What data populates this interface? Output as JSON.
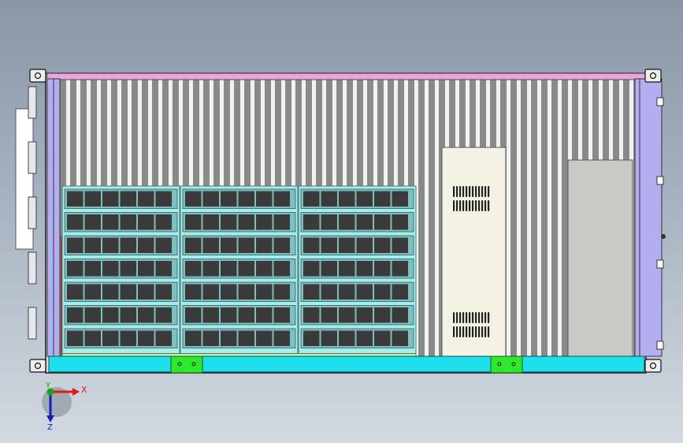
{
  "view": {
    "background_top": "#8996a6",
    "background_bottom": "#d3d9e0"
  },
  "colors": {
    "frame_outline": "#1a1a1a",
    "top_rail": "#e8a8d8",
    "fin_dark": "#8a8a8a",
    "fin_light": "#f2f2f2",
    "side_panel": "#b3aef0",
    "drive_bay": "#a9ecec",
    "drive_slot": "#3a3a3a",
    "psu_unit": "#f4f2e2",
    "right_module": "#c9c9c4",
    "base_rail": "#1ee0ec",
    "bracket": "#2ee82e",
    "rear_plate": "#ffffff"
  },
  "drive_bays": {
    "columns": 3,
    "rows": 7,
    "slots_per_row": 6
  },
  "axis_triad": {
    "x_label": "X",
    "y_label": "Y",
    "z_label": "Z",
    "x_color": "#e01818",
    "y_color": "#1aa01a",
    "z_color": "#1a1ab8"
  }
}
